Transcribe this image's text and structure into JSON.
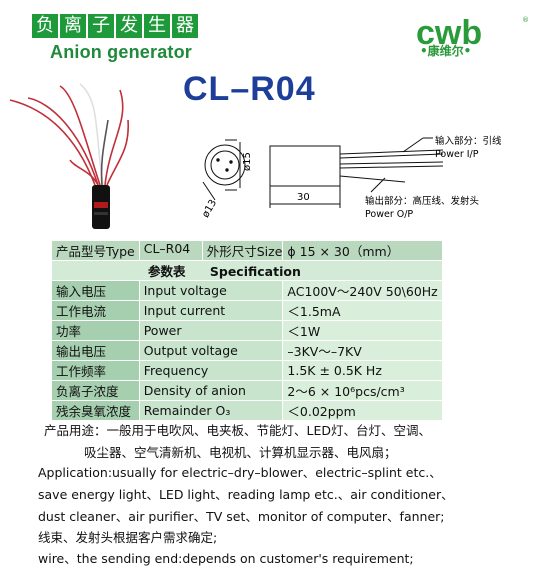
{
  "header": {
    "title_cn_chars": [
      "负",
      "离",
      "子",
      "发",
      "生",
      "器"
    ],
    "title_en": "Anion generator",
    "logo_text": "cwb",
    "logo_cn": "•康维尔•",
    "model": "CL–R04"
  },
  "drawing": {
    "dia_15": "ø15",
    "dia_13": "ø13",
    "length": "30",
    "input_cn": "输入部分：引线",
    "input_en": "Power I/P",
    "output_cn": "输出部分：高压线、发射头",
    "output_en": "Power O/P"
  },
  "table": {
    "header": [
      "产品型号Type",
      "CL–R04",
      "外形尺寸Size",
      "ϕ 15 × 30（mm）"
    ],
    "section_cn": "参数表",
    "section_en": "Specification",
    "rows": [
      {
        "cn": "输入电压",
        "en": "Input  voltage",
        "value": "AC100V～240V  50\\60Hz"
      },
      {
        "cn": "工作电流",
        "en": "Input  current",
        "value": "＜1.5mA"
      },
      {
        "cn": "功率",
        "en": "Power",
        "value": "＜1W"
      },
      {
        "cn": "输出电压",
        "en": "Output voltage",
        "value": "–3KV～–7KV"
      },
      {
        "cn": "工作频率",
        "en": "Frequency",
        "value": "1.5K ± 0.5K Hz"
      },
      {
        "cn": "负离子浓度",
        "en": "Density of anion",
        "value": "2～6 × 10⁶pcs/cm³"
      },
      {
        "cn": "残余臭氧浓度",
        "en": "Remainder O₃",
        "value": "＜0.02ppm"
      }
    ]
  },
  "applications": {
    "l1": "产品用途：一般用于电吹风、电夹板、节能灯、LED灯、台灯、空调、",
    "l2": "吸尘器、空气清新机、电视机、计算机显示器、电风扇；",
    "l3": "Application:usually for electric–dry–blower、electric–splint etc.、",
    "l4": "save energy light、LED light、reading lamp etc.、air conditioner、",
    "l5": "dust cleaner、air purifier、TV set、monitor of computer、fanner;",
    "l6": "线束、发射头根据客户需求确定;",
    "l7": "wire、the sending end:depends on customer's requirement;"
  },
  "colors": {
    "green": "#1f9a3a",
    "blue": "#1d3f9a"
  }
}
